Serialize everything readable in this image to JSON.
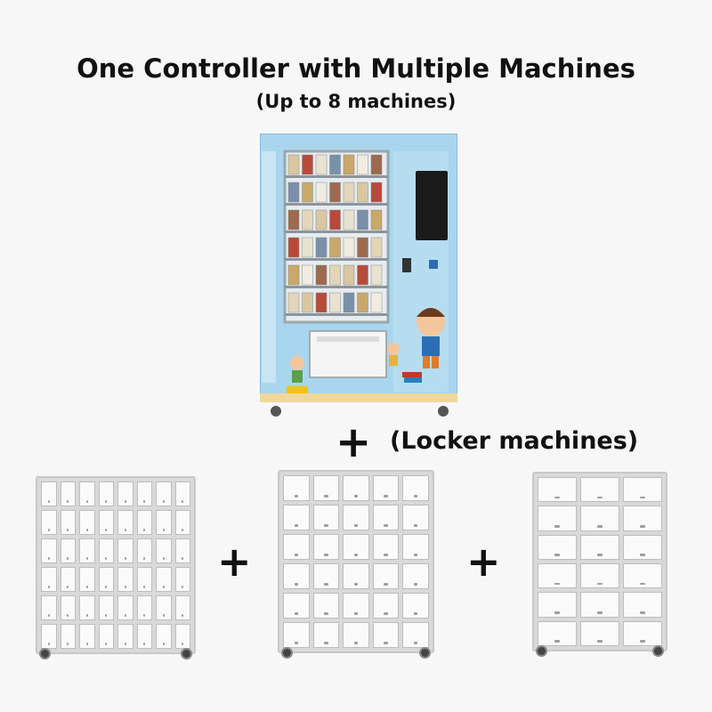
{
  "header": {
    "title": "One Controller with Multiple Machines",
    "subtitle": "(Up to 8 machines)"
  },
  "locker_caption": "(Locker machines)",
  "plus_symbol": "+",
  "colors": {
    "vending_body": "#a9d6ee",
    "locker_frame": "#d9d9d9",
    "text": "#111111"
  }
}
